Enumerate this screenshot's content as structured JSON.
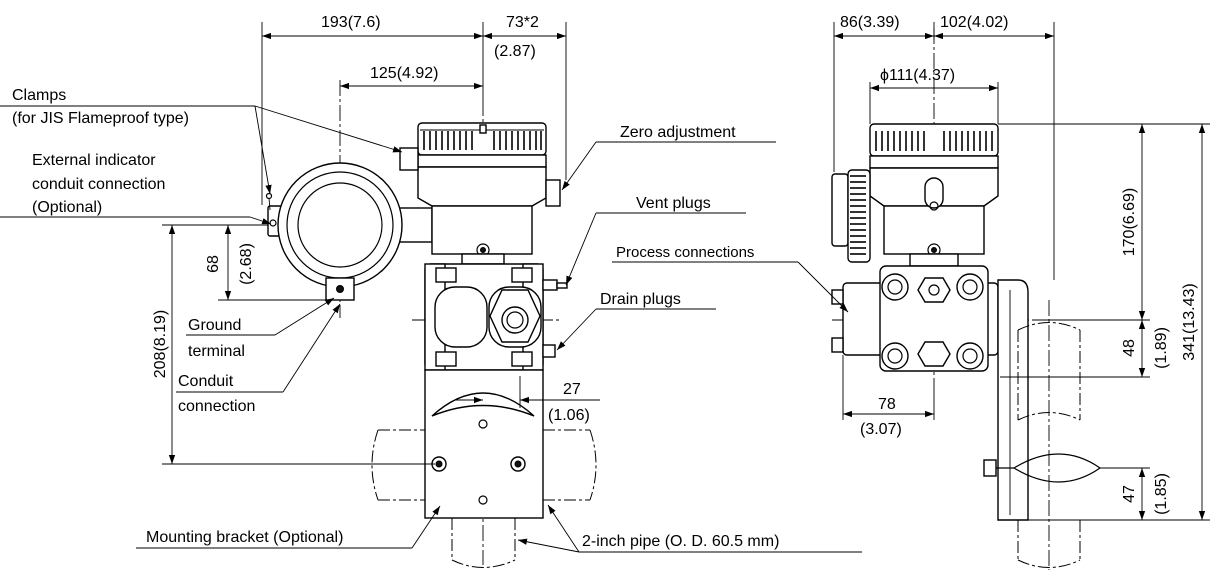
{
  "dimensions": {
    "width_193": "193(7.6)",
    "width_73": "73*2",
    "width_73_in": "(2.87)",
    "width_125": "125(4.92)",
    "height_68": "68",
    "height_68_in": "(2.68)",
    "height_208": "208(8.19)",
    "width_27": "27",
    "width_27_in": "(1.06)",
    "width_86": "86(3.39)",
    "width_102": "102(4.02)",
    "diameter_111": "ϕ111(4.37)",
    "height_170": "170(6.69)",
    "height_341": "341(13.43)",
    "height_48": "48",
    "height_48_in": "(1.89)",
    "width_78": "78",
    "width_78_in": "(3.07)",
    "height_47": "47",
    "height_47_in": "(1.85)"
  },
  "callouts": {
    "clamps": "Clamps",
    "clamps_note": "(for JIS Flameproof type)",
    "ext_indicator_1": "External indicator",
    "ext_indicator_2": "conduit connection",
    "ext_indicator_3": "(Optional)",
    "zero_adjustment": "Zero adjustment",
    "vent_plugs": "Vent plugs",
    "process_connections": "Process connections",
    "drain_plugs": "Drain plugs",
    "ground_1": "Ground",
    "ground_2": "terminal",
    "conduit_1": "Conduit",
    "conduit_2": "connection",
    "mounting_bracket": "Mounting bracket (Optional)",
    "pipe": "2-inch pipe (O. D. 60.5 mm)"
  }
}
